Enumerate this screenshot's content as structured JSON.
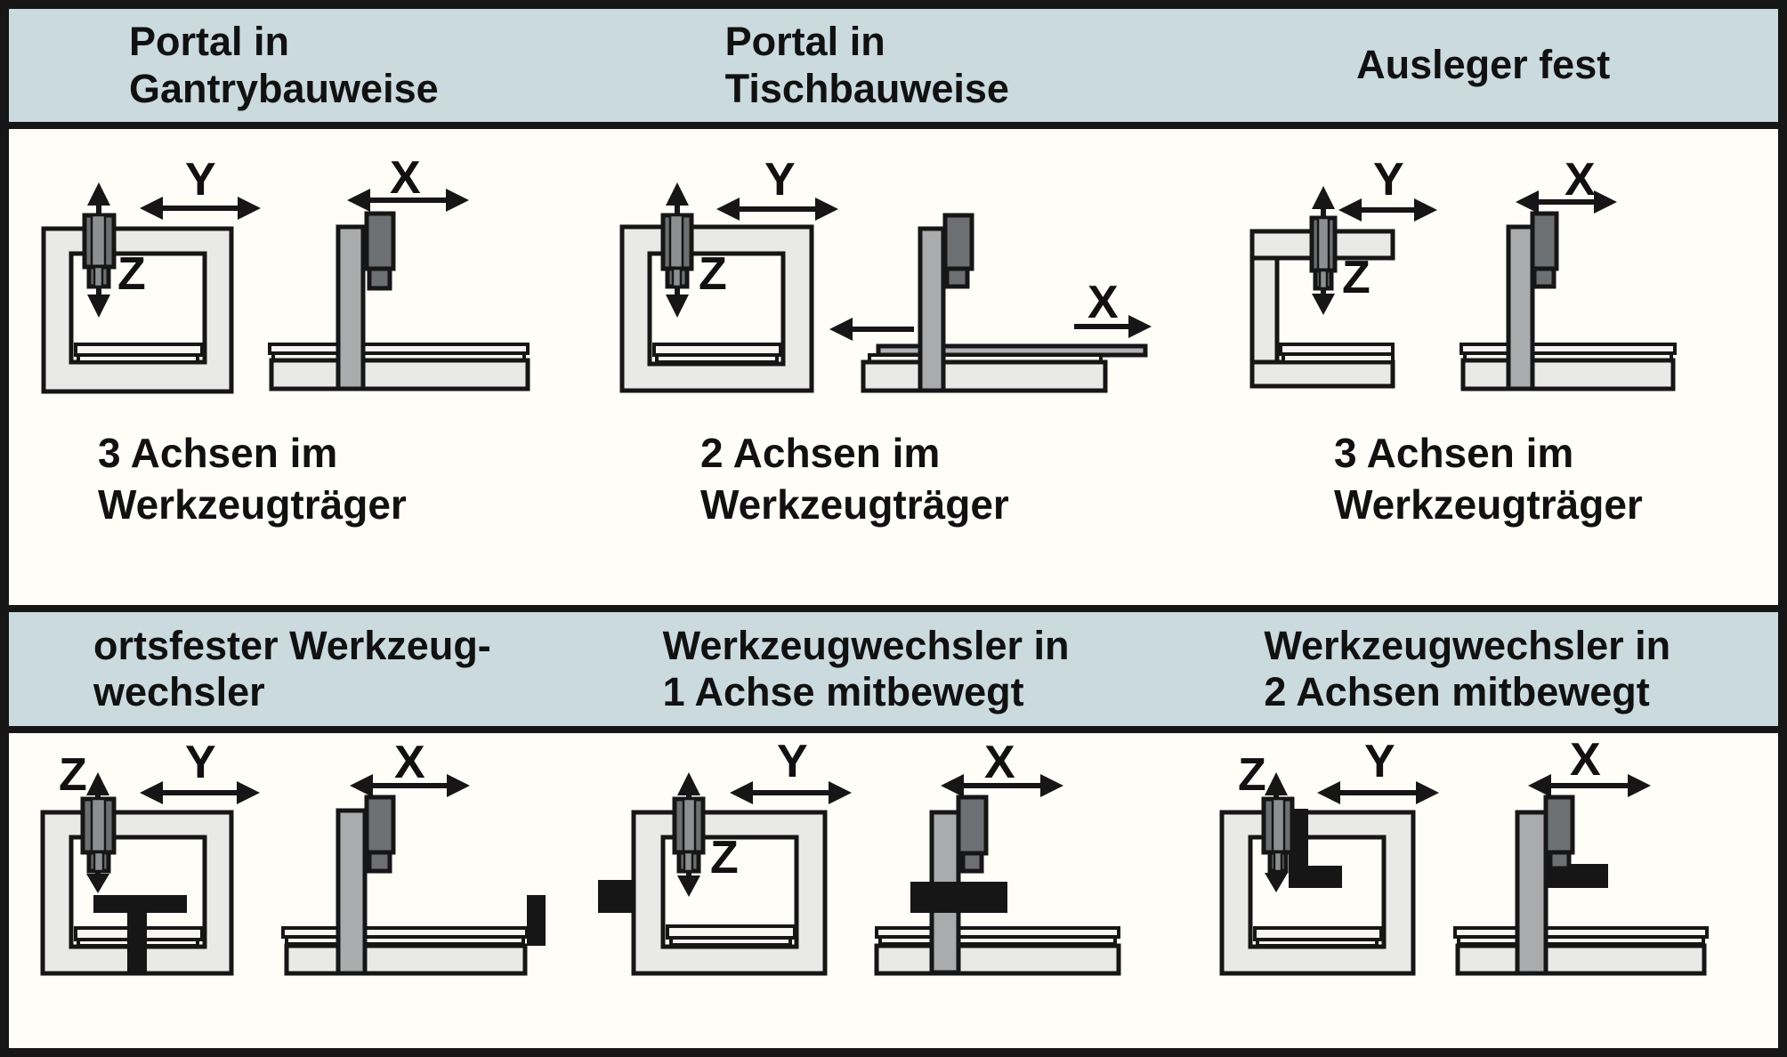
{
  "title_bands": {
    "row1": [
      "Portal in\nGantrybauweise",
      "Portal in\nTischbauweise",
      "Ausleger fest"
    ],
    "row2": [
      "ortsfester Werkzeug-\nwechsler",
      "Werkzeugwechsler in\n1 Achse mitbewegt",
      "Werkzeugwechsler in\n2 Achsen mitbewegt"
    ]
  },
  "captions": {
    "row1": [
      "3 Achsen im\nWerkzeugträger",
      "2 Achsen im\nWerkzeugträger",
      "3 Achsen im\nWerkzeugträger"
    ]
  },
  "axes": {
    "x": "X",
    "y": "Y",
    "z": "Z"
  },
  "colors": {
    "band_bg": "#cbdade",
    "outline_black": "#161616",
    "frame_light_gray": "#e9e9e7",
    "column_gray": "#a9abad",
    "spindle_dark_gray": "#6d7072",
    "moving_table_gray": "#b0b3b5",
    "page_bg": "#fffdf8"
  }
}
